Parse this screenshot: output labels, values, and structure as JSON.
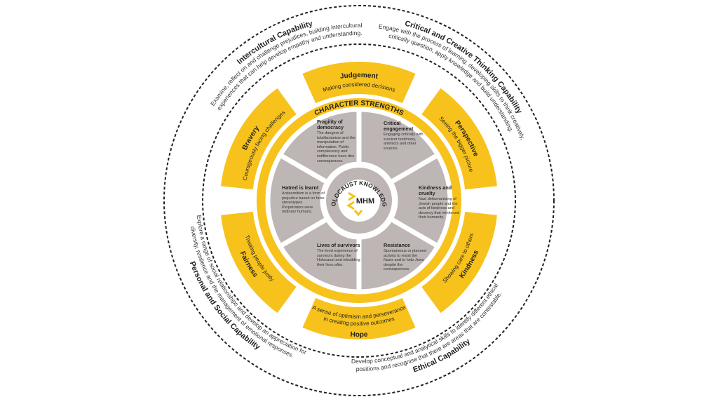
{
  "colors": {
    "yellow": "#f7c21b",
    "gray": "#bdb6b4",
    "text": "#222222",
    "dash": "#222222"
  },
  "capabilities": [
    {
      "title": "Intercultural Capability",
      "lines": [
        "Examine, reflect on and challenge prejudices, building intercultural",
        "experiences that can help develop empathy and understanding."
      ]
    },
    {
      "title": "Critical and Creative Thinking Capability",
      "lines": [
        "Engage with the process of learning, developing skills to think creatively,",
        "critically question, apply knowledge and build understanding."
      ]
    },
    {
      "title": "Ethical Capability",
      "lines": [
        "Develop conceptual and analytical skills to identify different ethical",
        "positions and recognise that there are areas that are contestable."
      ]
    },
    {
      "title": "Personal and Social Capability",
      "lines": [
        "Explore a range of social relationships and develop an appreciation for",
        "diversity, resilience and the management of emotional responses."
      ]
    }
  ],
  "strengths": [
    {
      "title": "Judgement",
      "lines": [
        "Making considered decisions"
      ]
    },
    {
      "title": "Perspective",
      "lines": [
        "Seeing the bigger picture"
      ]
    },
    {
      "title": "Kindness",
      "lines": [
        "Showing care to others"
      ]
    },
    {
      "title": "Hope",
      "lines": [
        "A sense of optimism and perseverance",
        "in creating positive outcomes"
      ]
    },
    {
      "title": "Fairness",
      "lines": [
        "Treating people justly"
      ]
    },
    {
      "title": "Bravery",
      "lines": [
        "Courageously facing challenges"
      ]
    }
  ],
  "character_strengths_label": "CHARACTER STRENGTHS",
  "holocaust_knowledge_label": "HOLOCAUST KNOWLEDGE",
  "logo_text": "MHM",
  "knowledge": [
    {
      "title": "Fragility of democracy",
      "desc": "The dangers of totalitarianism and the manipulation of information. Public complacency and indifference have dire consequences."
    },
    {
      "title": "Critical engagement",
      "desc": "Engaging critically with survivor testimony, artefacts and other sources."
    },
    {
      "title": "Kindness and cruelty",
      "desc": "Nazi dehumanising of Jewish people and the acts of kindness and decency that reinforced their humanity."
    },
    {
      "title": "Resistance",
      "desc": "Spontaneous or planned actions to resist the Nazis and to help Jews despite the consequences."
    },
    {
      "title": "Lives of survivors",
      "desc": "The lived experience of survivors during the Holocaust and rebuilding their lives after."
    },
    {
      "title": "Hatred is learnt",
      "desc": "Antisemitism is a form of prejudice based on false stereotypes. Perpetrators were ordinary humans."
    }
  ]
}
